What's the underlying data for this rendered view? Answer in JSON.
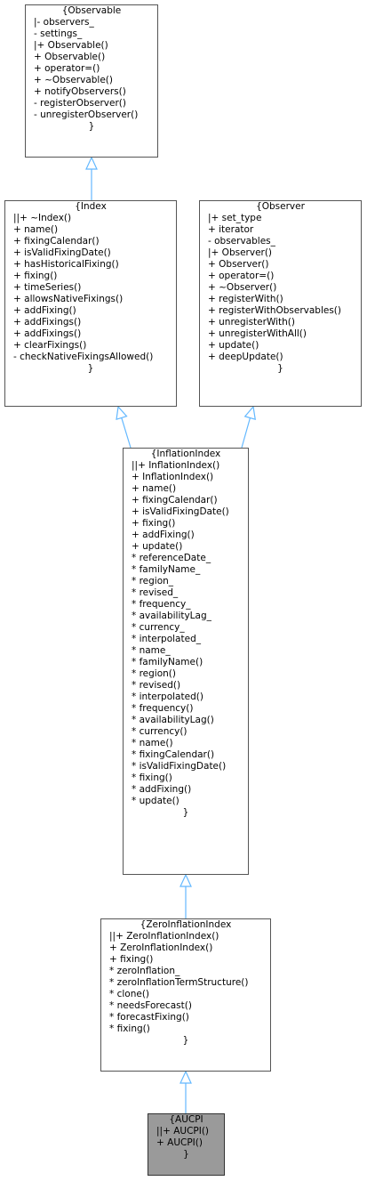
{
  "colors": {
    "edge": "#63b8ff",
    "highlight_fill": "#9a9a9a",
    "border": "#555555"
  },
  "nodes": {
    "observable": {
      "title": "{Observable",
      "members": [
        "|- observers_",
        "- settings_",
        "|+ Observable()",
        "+ Observable()",
        "+ operator=()",
        "+ ~Observable()",
        "+ notifyObservers()",
        "- registerObserver()",
        "- unregisterObserver()"
      ],
      "close": "}"
    },
    "index": {
      "title": "{Index",
      "members": [
        "||+ ~Index()",
        "+ name()",
        "+ fixingCalendar()",
        "+ isValidFixingDate()",
        "+ hasHistoricalFixing()",
        "+ fixing()",
        "+ timeSeries()",
        "+ allowsNativeFixings()",
        "+ addFixing()",
        "+ addFixings()",
        "+ addFixings()",
        "+ clearFixings()",
        "- checkNativeFixingsAllowed()"
      ],
      "close": "}"
    },
    "observer": {
      "title": "{Observer",
      "members": [
        "|+ set_type",
        "+ iterator",
        "- observables_",
        "|+ Observer()",
        "+ Observer()",
        "+ operator=()",
        "+ ~Observer()",
        "+ registerWith()",
        "+ registerWithObservables()",
        "+ unregisterWith()",
        "+ unregisterWithAll()",
        "+ update()",
        "+ deepUpdate()"
      ],
      "close": "}"
    },
    "inflation": {
      "title": "{InflationIndex",
      "members": [
        "||+ InflationIndex()",
        "+ InflationIndex()",
        "+ name()",
        "+ fixingCalendar()",
        "+ isValidFixingDate()",
        "+ fixing()",
        "+ addFixing()",
        "+ update()",
        "* referenceDate_",
        "* familyName_",
        "* region_",
        "* revised_",
        "* frequency_",
        "* availabilityLag_",
        "* currency_",
        "* interpolated_",
        "* name_",
        "* familyName()",
        "* region()",
        "* revised()",
        "* interpolated()",
        "* frequency()",
        "* availabilityLag()",
        "* currency()",
        "* name()",
        "* fixingCalendar()",
        "* isValidFixingDate()",
        "* fixing()",
        "* addFixing()",
        "* update()"
      ],
      "close": "}"
    },
    "zero": {
      "title": "{ZeroInflationIndex",
      "members": [
        "||+ ZeroInflationIndex()",
        "+ ZeroInflationIndex()",
        "+ fixing()",
        "* zeroInflation_",
        "* zeroInflationTermStructure()",
        "* clone()",
        "* needsForecast()",
        "* forecastFixing()",
        "* fixing()"
      ],
      "close": "}"
    },
    "aucpi": {
      "title": "{AUCPI",
      "members": [
        "||+ AUCPI()",
        "+ AUCPI()"
      ],
      "close": "}"
    }
  }
}
